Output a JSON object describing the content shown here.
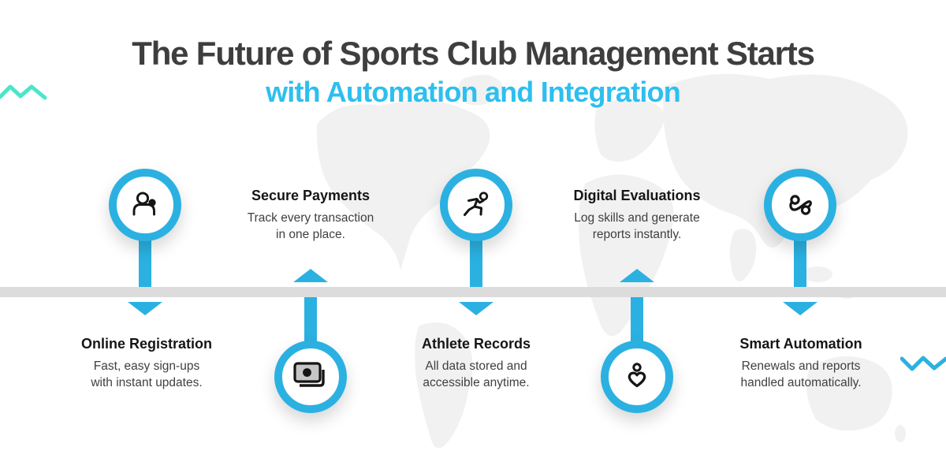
{
  "header": {
    "title_line1": "The Future of Sports Club Management Starts",
    "title_line2": "with Automation and Integration"
  },
  "timeline": {
    "items": [
      {
        "title": "Online Registration",
        "desc_line1": "Fast, easy sign-ups",
        "desc_line2": "with instant updates.",
        "icon": "user-icon",
        "side": "above"
      },
      {
        "title": "Secure Payments",
        "desc_line1": "Track every transaction",
        "desc_line2": "in one place.",
        "icon": "banknotes-icon",
        "side": "below"
      },
      {
        "title": "Athlete Records",
        "desc_line1": "All data stored and",
        "desc_line2": "accessible anytime.",
        "icon": "runner-icon",
        "side": "above"
      },
      {
        "title": "Digital Evaluations",
        "desc_line1": "Log skills and generate",
        "desc_line2": "reports instantly.",
        "icon": "heart-person-icon",
        "side": "below"
      },
      {
        "title": "Smart Automation",
        "desc_line1": "Renewals and reports",
        "desc_line2": "handled automatically.",
        "icon": "loop-icon",
        "side": "above"
      }
    ]
  },
  "decorations": {
    "left_zigzag": "mint-zigzag",
    "right_zigzag": "cyan-zigzag",
    "background": "faint-world-map"
  },
  "colors": {
    "accent_cyan": "#2BB1E1",
    "title_cyan": "#2DBFEF",
    "title_dark": "#3E3E3E",
    "bar_gray": "#DCDCDC",
    "mint": "#4AE6C8",
    "map_gray": "#F1F1F1",
    "icon_black": "#151515",
    "bill_gray": "#C6C6C6"
  }
}
